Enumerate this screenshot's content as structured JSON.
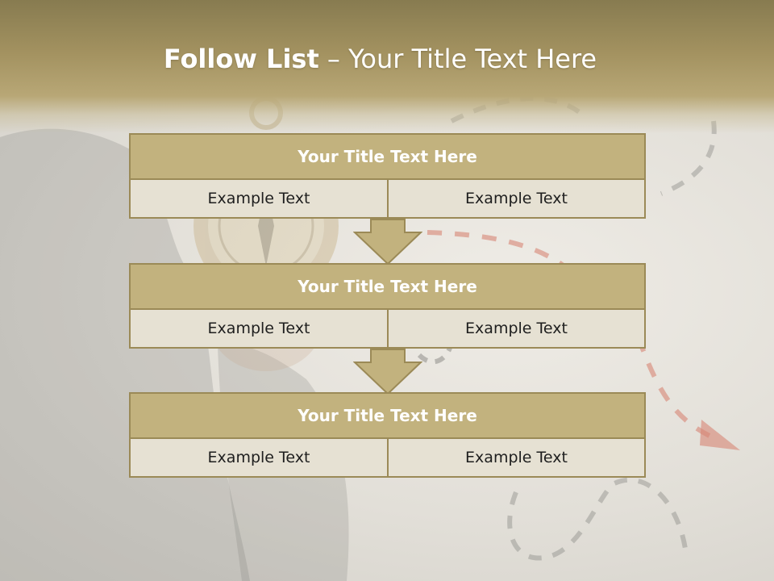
{
  "title": {
    "bold": "Follow List",
    "rest": " – Your Title Text Here"
  },
  "blocks": [
    {
      "title": "Your Title Text Here",
      "left": "Example Text",
      "right": "Example Text"
    },
    {
      "title": "Your Title Text Here",
      "left": "Example Text",
      "right": "Example Text"
    },
    {
      "title": "Your Title Text Here",
      "left": "Example Text",
      "right": "Example Text"
    }
  ],
  "colors": {
    "header": "#a39260",
    "block_title_fill": "#c2b27e",
    "block_border": "#9b8a57",
    "cell_fill": "#e6e1d3",
    "arrow_fill": "#c2b27e"
  },
  "icons": [
    "down-arrow-icon",
    "compass-icon",
    "dashed-path-arrow-icon"
  ]
}
